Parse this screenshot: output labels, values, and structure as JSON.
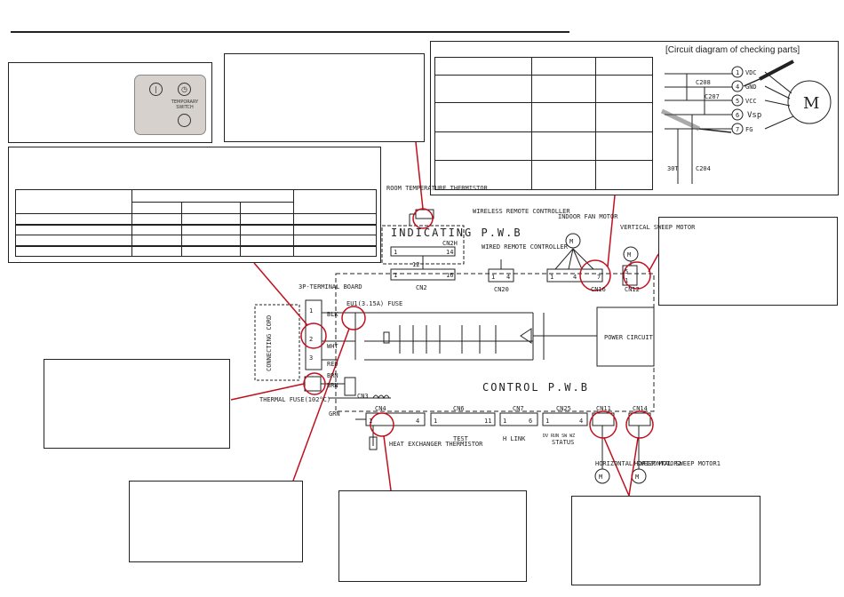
{
  "remote_panel": {
    "temporary_switch_label": "TEMPORARY SWITCH"
  },
  "checking_panel": {
    "title": "[Circuit diagram of checking parts]",
    "pins": [
      {
        "num": "1",
        "name": "VDC"
      },
      {
        "num": "4",
        "name": "GND"
      },
      {
        "num": "5",
        "name": "VCC"
      },
      {
        "num": "6",
        "name": "Vsp"
      },
      {
        "num": "7",
        "name": "FG"
      }
    ],
    "components": [
      "C208",
      "C207",
      "C204",
      "30T"
    ],
    "motor_symbol": "M"
  },
  "schematic": {
    "room_thermistor": "ROOM TEMPERATURE THERMISTOR",
    "wireless_remote": "WIRELESS REMOTE CONTROLLER",
    "indicating_pwb": "INDICATING P.W.B",
    "cn2h": "CN2H",
    "cn2h_pins": [
      "1",
      "14"
    ],
    "cn2_pins": [
      "1",
      "16"
    ],
    "cn2_middle": "12",
    "cn2": "CN2",
    "wired_remote": "WIRED REMOTE CONTROLLER",
    "cn20": "CN20",
    "cn20_pins": [
      "1",
      "4"
    ],
    "indoor_fan_motor": "INDOOR FAN MOTOR",
    "cn16": "CN16",
    "cn16_pins": [
      "1",
      "4",
      "7"
    ],
    "vertical_sweep_motor": "VERTICAL SWEEP MOTOR",
    "cn12": "CN12",
    "cn12_pins": [
      "5",
      "1"
    ],
    "terminal_board": "3P-TERMINAL BOARD",
    "terminals": [
      "1",
      "2",
      "3"
    ],
    "wire_colors": [
      "BLK",
      "WHT",
      "RED",
      "BRN",
      "BRN",
      "GRN"
    ],
    "connecting_cord": "CONNECTING CORD",
    "fuse": "EU1(3.15A) FUSE",
    "thermal_fuse": "THERMAL FUSE(102°C)",
    "cn3": "CN3",
    "power_circuit": "POWER CIRCUIT",
    "control_pwb": "CONTROL P.W.B",
    "cn4": "CN4",
    "cn4_pins": [
      "1",
      "4"
    ],
    "cn6": "CN6",
    "cn6_pins": [
      "1",
      "11"
    ],
    "test": "TEST",
    "cn7": "CN7",
    "cn7_pins": [
      "1",
      "6"
    ],
    "hlink": "H LINK",
    "cn25": "CN25",
    "cn25_pins": [
      "1",
      "4"
    ],
    "status_signals": "DV RUN SW WZ",
    "status": "STATUS",
    "cn11": "CN11",
    "cn14": "CN14",
    "heat_exchanger_thermistor": "HEAT EXCHANGER THERMISTOR",
    "horizontal_sweep_motor2": "HORIZONTAL SWEEP MOTOR2",
    "horizontal_sweep_motor1": "HORIZONTAL SWEEP MOTOR1",
    "motor_symbol": "M"
  },
  "colors": {
    "callout": "#c0101e",
    "line": "#222222",
    "switch_bg": "#d6d1cc"
  }
}
